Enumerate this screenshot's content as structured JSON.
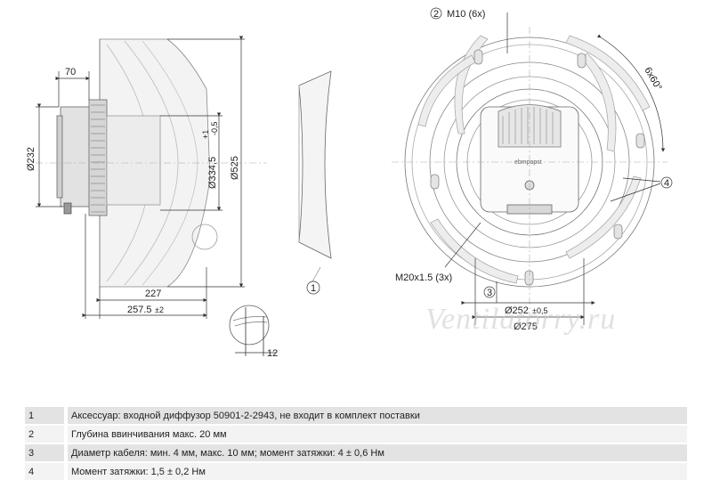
{
  "dimensions": {
    "d70": "70",
    "d232": "Ø232",
    "d334": "Ø334,5",
    "d334_tol": "+1",
    "d334_tol2": "-0,5",
    "d525": "Ø525",
    "d227": "227",
    "d257": "257.5",
    "d257_tol": "±2",
    "d12": "12",
    "m10": "M10 (6x)",
    "angle": "6x60°",
    "m20": "M20x1.5 (3x)",
    "d252": "Ø252",
    "d252_tol": "±0,5",
    "d275": "Ø275"
  },
  "callouts": {
    "c1": "1",
    "c2": "2",
    "c3": "3",
    "c4": "4"
  },
  "label_brand": "ebmpapst",
  "watermark": "Ventilatorry.ru",
  "notes": [
    {
      "num": "1",
      "text": "Аксессуар: входной диффузор 50901-2-2943, не входит в комплект поставки"
    },
    {
      "num": "2",
      "text": "Глубина ввинчивания макс. 20 мм"
    },
    {
      "num": "3",
      "text": "Диаметр кабеля: мин. 4 мм, макс. 10 мм; момент затяжки: 4 ± 0,6 Нм"
    },
    {
      "num": "4",
      "text": "Момент затяжки: 1,5 ± 0,2 Нм"
    }
  ]
}
